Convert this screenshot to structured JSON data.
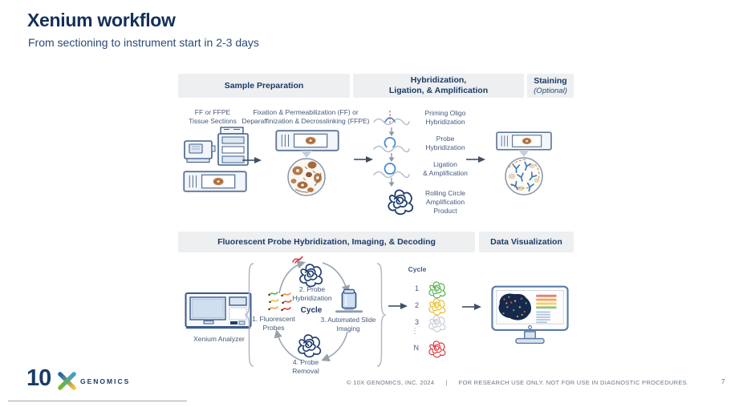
{
  "slide": {
    "title": "Xenium workflow",
    "subtitle": "From sectioning to instrument start in 2-3 days"
  },
  "colors": {
    "navy": "#16325c",
    "bar_bg": "#edeff1",
    "rca_navy": "#1f3d70",
    "accent_blue": "#4288cc"
  },
  "top": {
    "bars": {
      "sample_prep": "Sample Preparation",
      "hyb_line1": "Hybridization,",
      "hyb_line2": "Ligation, & Amplification",
      "staining": "Staining",
      "staining_sub": "(Optional)"
    },
    "tissue": {
      "lines": [
        "FF or FFPE",
        "Tissue Sections"
      ]
    },
    "fixation": {
      "lines": [
        "Fixation & Permeabilization (FF) or",
        "Deparaffinization & Decrosslinking (FFPE)"
      ]
    },
    "steps": [
      {
        "lines": [
          "Priming Oligo",
          "Hybridization"
        ]
      },
      {
        "lines": [
          "Probe",
          "Hybridization"
        ]
      },
      {
        "lines": [
          "Ligation",
          "& Amplification"
        ]
      },
      {
        "lines": [
          "Rolling Circle",
          "Amplification",
          "Product"
        ]
      }
    ]
  },
  "bottom": {
    "bars": {
      "fluorescent": "Fluorescent Probe Hybridization, Imaging, & Decoding",
      "dataviz": "Data Visualization"
    },
    "analyzer_label": "Xenium Analyzer",
    "cycle_center": "Cycle",
    "cycle_steps": {
      "s1": [
        "1. Fluorescent",
        "Probes"
      ],
      "s2": [
        "2. Probe",
        "Hybridization"
      ],
      "s3": [
        "3. Automated Slide",
        "Imaging"
      ],
      "s4": [
        "4. Probe",
        "Removal"
      ]
    },
    "cycle_list": {
      "header": "Cycle",
      "rows": [
        {
          "label": "1",
          "color": "#55b14b"
        },
        {
          "label": "2",
          "color": "#e9bf2c"
        },
        {
          "label": "3",
          "color": "#c6ccd3"
        },
        {
          "label": "⋮",
          "color": ""
        },
        {
          "label": "N",
          "color": "#d63b3f"
        }
      ]
    }
  },
  "footer": {
    "logo_number": "10",
    "logo_word": "GENOMICS",
    "copyright": "© 10X GENOMICS, INC. 2024",
    "separator": "|",
    "disclaimer": "FOR RESEARCH USE ONLY. NOT FOR USE IN DIAGNOSTIC PROCEDURES.",
    "page_number": "7"
  }
}
